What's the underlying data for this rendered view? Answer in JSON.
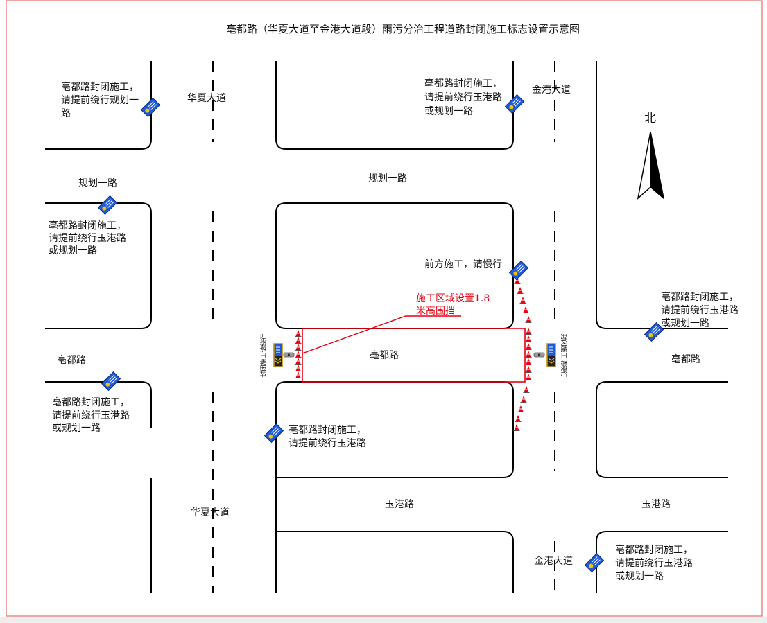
{
  "title": "亳都路（华夏大道至金港大道段）雨污分治工程道路封闭施工标志设置示意图",
  "compass": {
    "north": "北"
  },
  "roads": {
    "huaxia_top": "华夏大道",
    "huaxia_bottom": "华夏大道",
    "jingang_top": "金港大道",
    "jingang_bottom": "金港大道",
    "guihua_west": "规划一路",
    "guihua_mid": "规划一路",
    "bodu_west": "亳都路",
    "bodu_mid": "亳都路",
    "bodu_east": "亳都路",
    "yugang_mid": "玉港路",
    "yugang_east": "玉港路"
  },
  "notices": [
    {
      "lines": [
        "亳都路封闭施工，",
        "请提前绕行规划一",
        "路"
      ]
    },
    {
      "lines": [
        "亳都路封闭施工，",
        "请提前绕行玉港路",
        "或规划一路"
      ]
    },
    {
      "lines": [
        "亳都路封闭施工，",
        "请提前绕行玉港路",
        "或规划一路"
      ]
    },
    {
      "lines": [
        "前方施工，请慢行"
      ]
    },
    {
      "lines": [
        "亳都路封闭施工，",
        "请提前绕行玉港路",
        "或规划一路"
      ]
    },
    {
      "lines": [
        "亳都路封闭施工，",
        "请提前绕行玉港路",
        "或规划一路"
      ]
    },
    {
      "lines": [
        "亳都路封闭施工，",
        "请提前绕行玉港路"
      ]
    },
    {
      "lines": [
        "亳都路封闭施工，",
        "请提前绕行玉港路",
        "或规划一路"
      ]
    }
  ],
  "annotation": {
    "lines": [
      "施工区域设置1.8",
      "米高围挡"
    ]
  },
  "detour_boards": {
    "west": "封闭施工请绕行",
    "east": "封闭施工请绕行"
  },
  "icons": {
    "notice_sign": "road-sign-icon",
    "detour_board": "detour-board-icon",
    "cone": "traffic-cone-icon",
    "north_arrow": "north-arrow-icon"
  },
  "colors": {
    "road_line": "#000000",
    "construction_red": "#e60012",
    "sign_blue": "#1f5bd6",
    "frame_red": "#e46a6a"
  }
}
